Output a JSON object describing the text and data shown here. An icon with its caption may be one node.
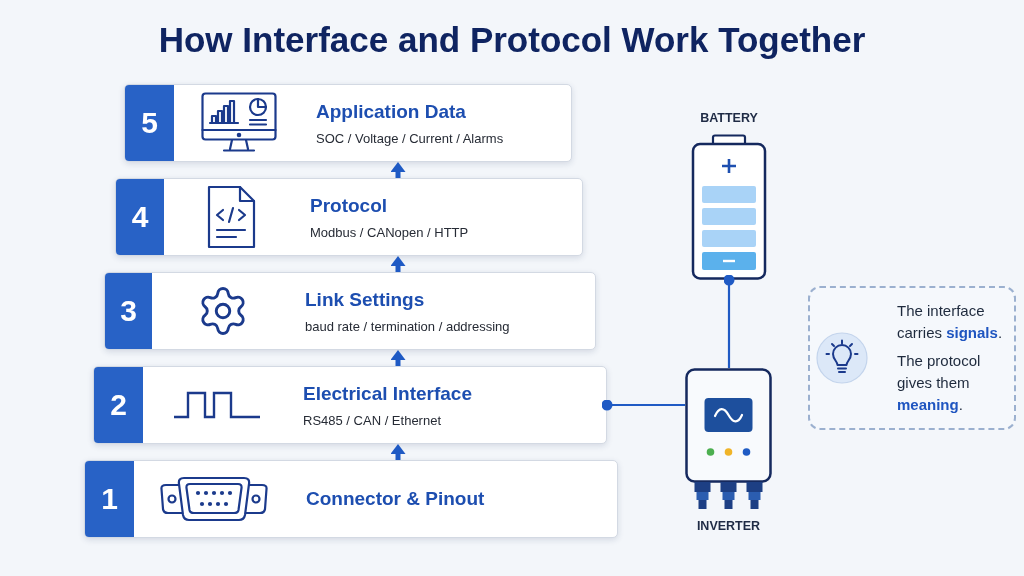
{
  "diagram": {
    "title": "How Interface and Protocol Work Together",
    "nodes": [
      {
        "text": [
          "5",
          "Application Data",
          "SOC / Voltage / Current / Alarms"
        ]
      },
      {
        "text": [
          "4",
          "Protocol",
          "Modbus / CANopen / HTTP"
        ]
      },
      {
        "text": [
          "3",
          "Link Settings",
          "baud rate / termination / addressing"
        ]
      },
      {
        "text": [
          "2",
          "Electrical Interface",
          "RS485 / CAN / Ethernet"
        ]
      },
      {
        "text": [
          "1",
          "Connector & Pinout"
        ]
      },
      {
        "text": [
          "BATTERY"
        ]
      },
      {
        "text": [
          "INVERTER"
        ]
      },
      {
        "text": [
          "The interface carries **signals**.",
          "The protocol gives them **meaning**."
        ]
      }
    ],
    "edges": [
      {
        "from": 4,
        "to": 3,
        "arrow": "to"
      },
      {
        "from": 3,
        "to": 2,
        "arrow": "to"
      },
      {
        "from": 2,
        "to": 1,
        "arrow": "to"
      },
      {
        "from": 1,
        "to": 0,
        "arrow": "to"
      },
      {
        "from": 5,
        "to": 6,
        "arrow": "other"
      },
      {
        "from": 3,
        "to": 6,
        "arrow": "other"
      }
    ]
  }
}
